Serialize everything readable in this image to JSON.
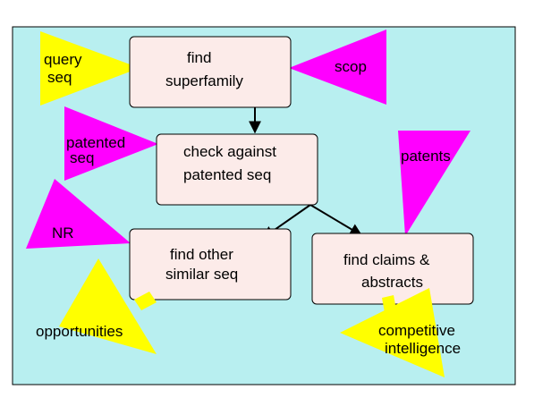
{
  "colors": {
    "background": "#b8eff0",
    "box_fill": "#fcebe9",
    "box_border": "#000000",
    "yellow": "#ffff00",
    "magenta": "#ff00ff",
    "arrow": "#000000"
  },
  "boxes": {
    "find_superfamily": [
      "find",
      "superfamily"
    ],
    "check_patented": [
      "check against",
      "patented seq"
    ],
    "find_similar": [
      "find other",
      "similar seq"
    ],
    "find_claims": [
      "find claims &",
      "abstracts"
    ]
  },
  "inputs": {
    "query_seq": [
      "query",
      "seq"
    ],
    "scop": [
      "scop"
    ],
    "patented_seq": [
      "patented",
      "seq"
    ],
    "patents": [
      "patents"
    ],
    "nr": [
      "NR"
    ]
  },
  "outputs": {
    "opportunities": [
      "opportunities"
    ],
    "competitive_intelligence": [
      "competitive",
      "intelligence"
    ]
  }
}
